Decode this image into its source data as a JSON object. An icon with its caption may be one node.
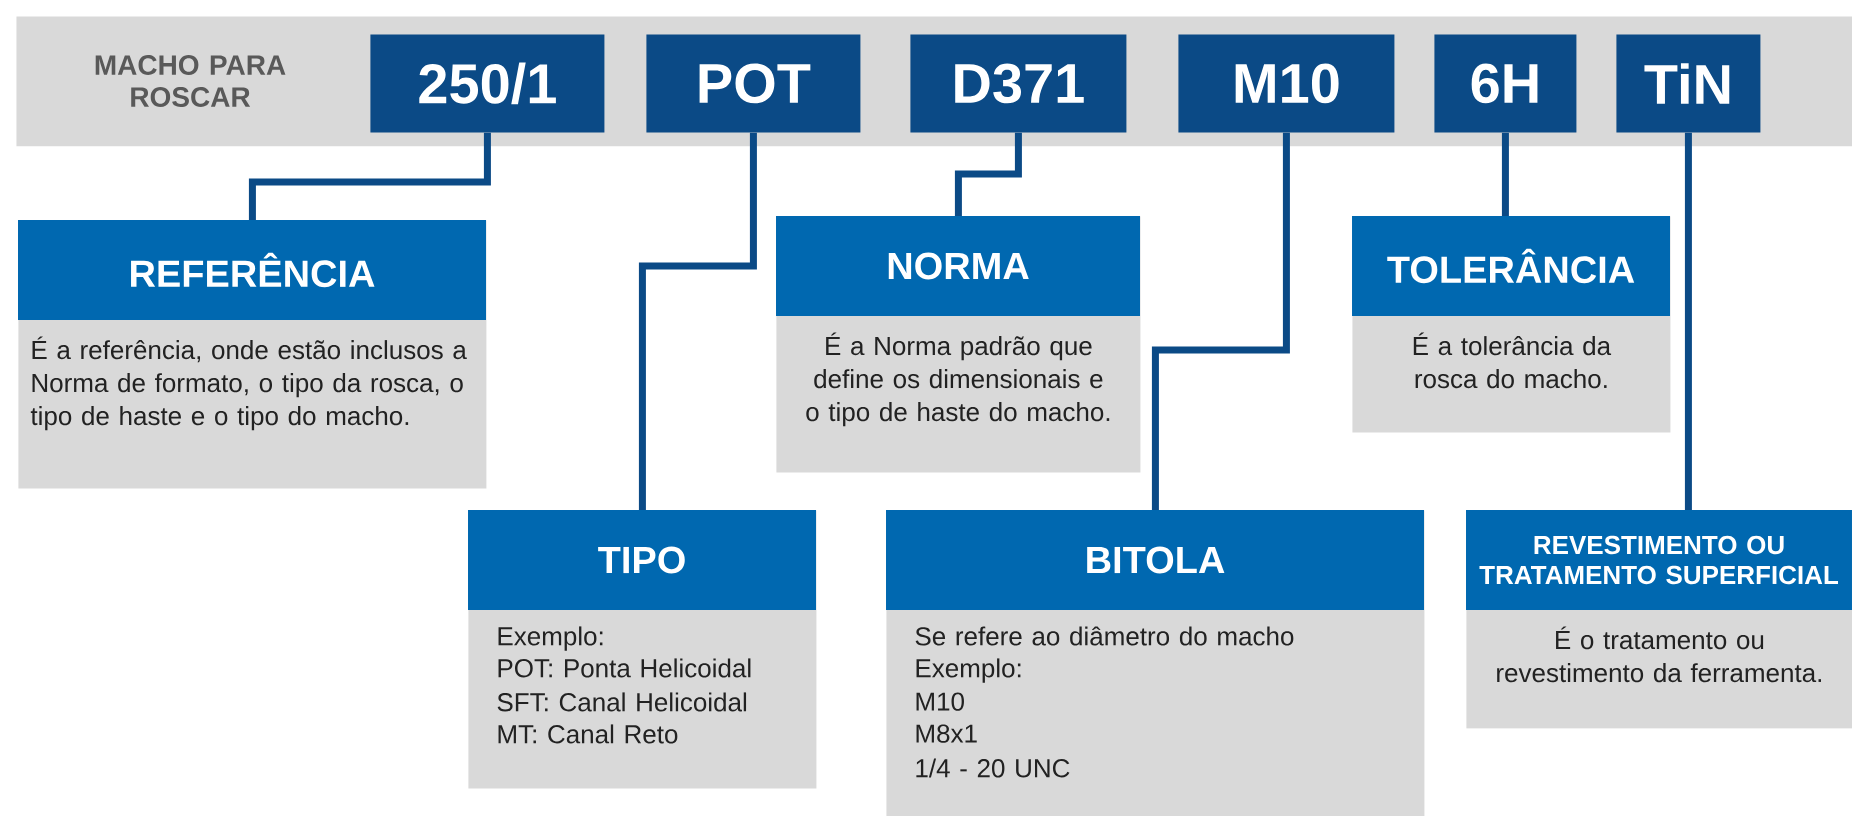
{
  "diagram": {
    "nodes": [
      {
        "text": [
          "MACHO PARA ROSCAR"
        ]
      },
      {
        "text": [
          "250/1"
        ],
        "in": 0
      },
      {
        "text": [
          "POT"
        ],
        "in": 0
      },
      {
        "text": [
          "D371"
        ],
        "in": 0
      },
      {
        "text": [
          "M10"
        ],
        "in": 0
      },
      {
        "text": [
          "6H"
        ],
        "in": 0
      },
      {
        "text": [
          "TiN"
        ],
        "in": 0
      },
      {
        "text": [
          "REFERÊNCIA",
          "É a referência, onde estão inclusos a Norma de formato, o tipo da rosca, o tipo de haste e o tipo do macho."
        ]
      },
      {
        "text": [
          "TIPO",
          "Exemplo:",
          "POT: Ponta Helicoidal",
          "SFT: Canal Helicoidal",
          "MT: Canal Reto"
        ]
      },
      {
        "text": [
          "NORMA",
          "É a Norma padrão que define os dimensionais e o tipo de haste do macho."
        ]
      },
      {
        "text": [
          "BITOLA",
          "Se refere ao diâmetro do macho",
          "Exemplo:",
          "M10",
          "M8x1",
          "1/4 - 20 UNC"
        ]
      },
      {
        "text": [
          "TOLERÂNCIA",
          "É a tolerância da rosca do macho."
        ]
      },
      {
        "text": [
          "REVESTIMENTO OU TRATAMENTO SUPERFICIAL",
          "É o tratamento ou revestimento da ferramenta."
        ]
      }
    ],
    "edges": [
      {
        "from": 1,
        "to": 7,
        "arrow": "none"
      },
      {
        "from": 2,
        "to": 8,
        "arrow": "none"
      },
      {
        "from": 3,
        "to": 9,
        "arrow": "none"
      },
      {
        "from": 4,
        "to": 10,
        "arrow": "none"
      },
      {
        "from": 5,
        "to": 11,
        "arrow": "none"
      },
      {
        "from": 6,
        "to": 12,
        "arrow": "none"
      }
    ]
  }
}
